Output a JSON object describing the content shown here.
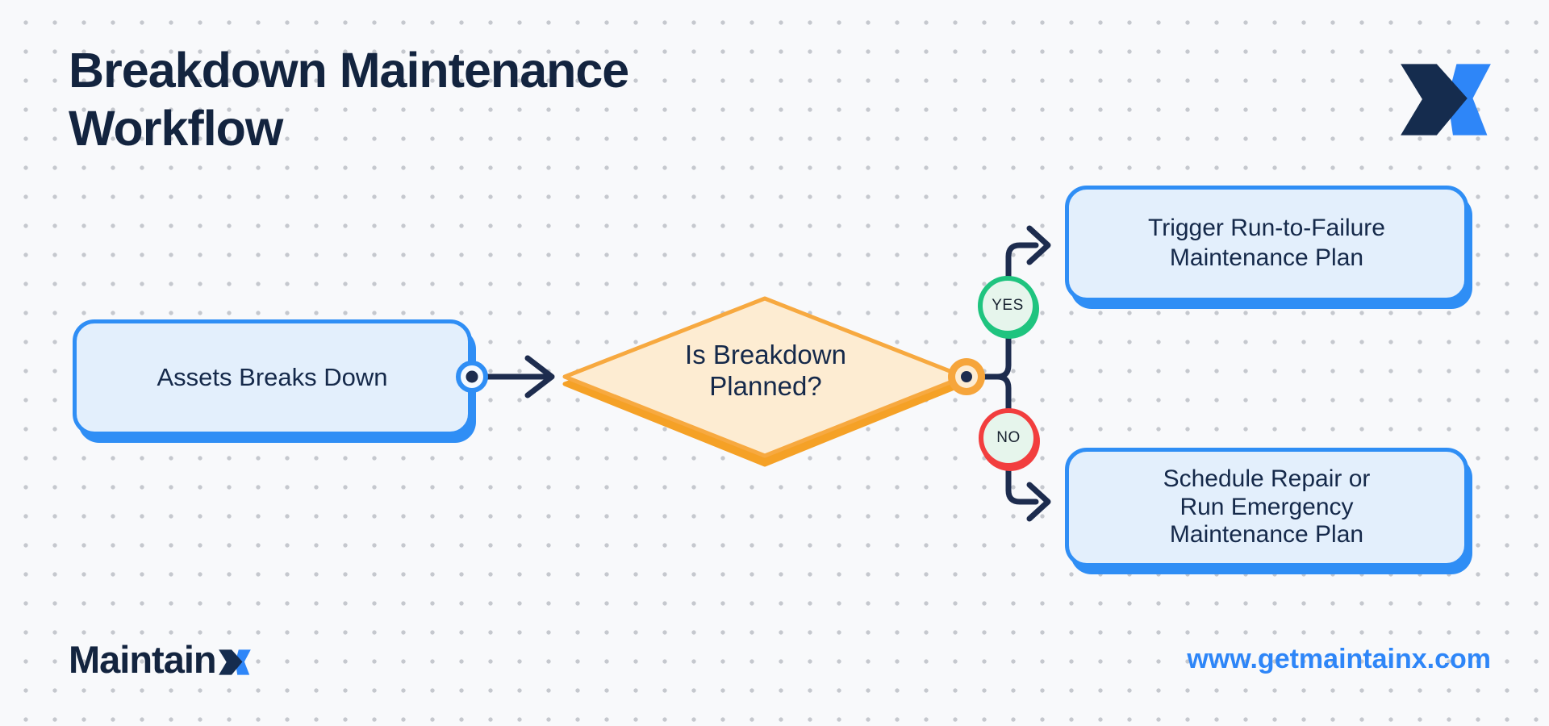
{
  "header": {
    "title": "Breakdown Maintenance Workflow",
    "logo_icon": "maintainx-x-icon"
  },
  "flow": {
    "start": {
      "label": "Assets Breaks Down"
    },
    "decision": {
      "lines": [
        "Is Breakdown",
        "Planned?"
      ]
    },
    "yes_branch": {
      "badge": "YES",
      "outcome_lines": [
        "Trigger Run-to-Failure",
        "Maintenance Plan"
      ]
    },
    "no_branch": {
      "badge": "NO",
      "outcome_lines": [
        "Schedule Repair or",
        "Run Emergency",
        "Maintenance Plan"
      ]
    }
  },
  "footer": {
    "brand_text": "Maintain",
    "brand_icon": "maintainx-x-icon",
    "website": "www.getmaintainx.com"
  },
  "colors": {
    "accent_blue": "#2f8ef5",
    "node_fill": "#e3effc",
    "navy": "#13243f",
    "line_navy": "#1d2c4e",
    "diamond_fill": "#fdecd2",
    "diamond_border": "#f7a940",
    "diamond_shadow": "#f5a126",
    "yes_green": "#1fc47f",
    "no_red": "#f23e3e",
    "badge_fill": "#e6f5ec",
    "url_blue": "#2e86f8",
    "background": "#f8f9fb",
    "dot_grid": "#c5c8ce"
  }
}
